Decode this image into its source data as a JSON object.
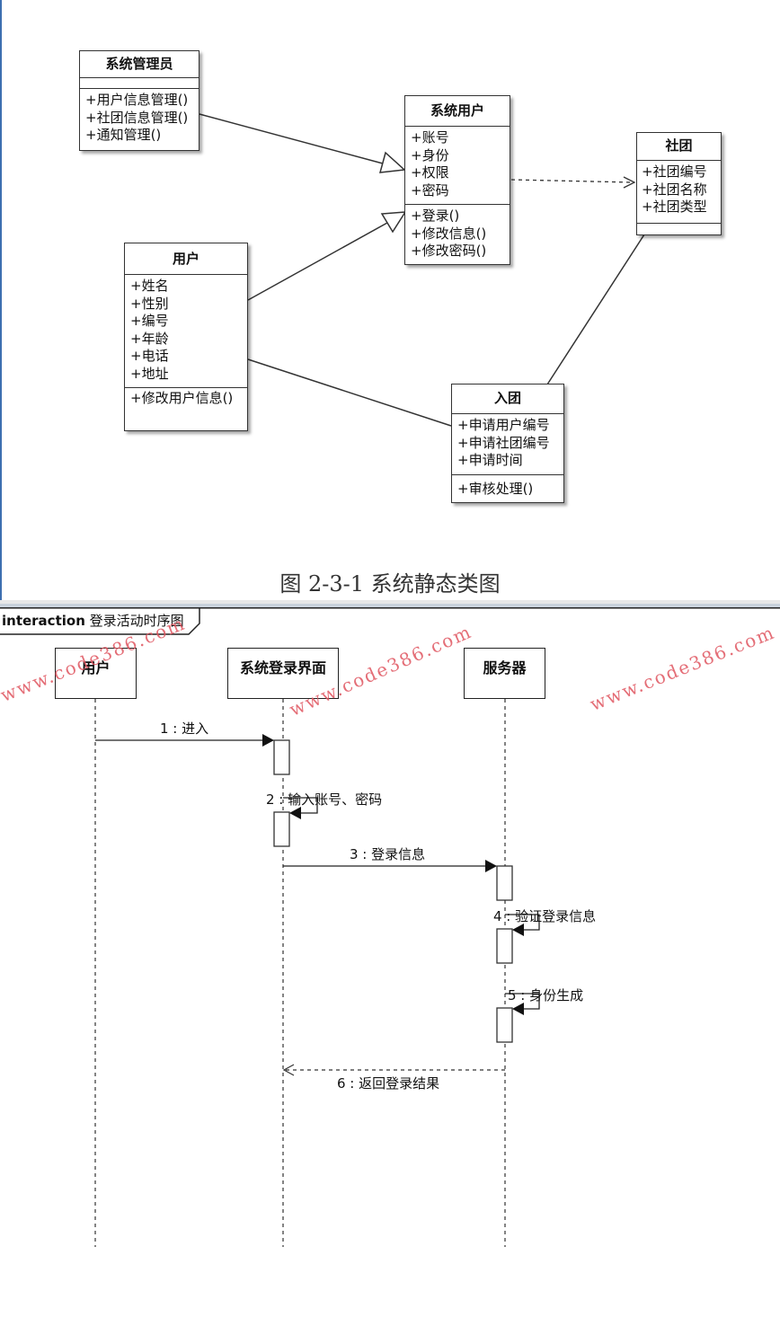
{
  "class_diagram": {
    "classes": [
      {
        "name": "系统管理员",
        "attributes": [],
        "operations": [
          "+用户信息管理()",
          "+社团信息管理()",
          "+通知管理()"
        ]
      },
      {
        "name": "系统用户",
        "attributes": [
          "+账号",
          "+身份",
          "+权限",
          "+密码"
        ],
        "operations": [
          "+登录()",
          "+修改信息()",
          "+修改密码()"
        ]
      },
      {
        "name": "社团",
        "attributes": [
          "+社团编号",
          "+社团名称",
          "+社团类型"
        ],
        "operations": []
      },
      {
        "name": "用户",
        "attributes": [
          "+姓名",
          "+性别",
          "+编号",
          "+年龄",
          "+电话",
          "+地址"
        ],
        "operations": [
          "+修改用户信息()"
        ]
      },
      {
        "name": "入团",
        "attributes": [
          "+申请用户编号",
          "+申请社团编号",
          "+申请时间"
        ],
        "operations": [
          "+审核处理()"
        ]
      }
    ],
    "relations": [
      {
        "from": "系统管理员",
        "to": "系统用户",
        "type": "generalization"
      },
      {
        "from": "用户",
        "to": "系统用户",
        "type": "generalization"
      },
      {
        "from": "系统用户",
        "to": "社团",
        "type": "dependency"
      },
      {
        "from": "用户",
        "to": "入团",
        "type": "association"
      },
      {
        "from": "社团",
        "to": "入团",
        "type": "association"
      }
    ],
    "caption": "图 2-3-1 系统静态类图"
  },
  "sequence_diagram": {
    "frame_keyword": "interaction",
    "frame_title": "登录活动时序图",
    "lifelines": [
      "用户",
      "系统登录界面",
      "服务器"
    ],
    "messages": [
      {
        "label": "1 : 进入",
        "from": "用户",
        "to": "系统登录界面",
        "kind": "sync"
      },
      {
        "label": "2 : 输入账号、密码",
        "from": "系统登录界面",
        "to": "系统登录界面",
        "kind": "self"
      },
      {
        "label": "3 : 登录信息",
        "from": "系统登录界面",
        "to": "服务器",
        "kind": "sync"
      },
      {
        "label": "4 : 验证登录信息",
        "from": "服务器",
        "to": "服务器",
        "kind": "self"
      },
      {
        "label": "5 : 身份生成",
        "from": "服务器",
        "to": "服务器",
        "kind": "self"
      },
      {
        "label": "6 : 返回登录结果",
        "from": "服务器",
        "to": "系统登录界面",
        "kind": "return"
      }
    ]
  },
  "watermark": "www.code386.com",
  "colors": {
    "line": "#333333",
    "watermark": "#e05560",
    "edge": "#3d6fb0"
  }
}
